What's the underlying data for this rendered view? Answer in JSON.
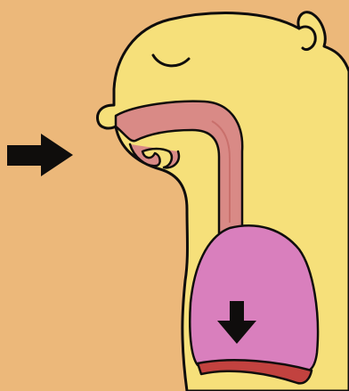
{
  "diagram": {
    "subject": "inhalation",
    "airflow_direction": "in",
    "diaphragm_motion": "down",
    "icons": [
      "arrow-right-icon",
      "arrow-down-icon"
    ],
    "colors": {
      "background": "#ecb87a",
      "skin": "#f6e07a",
      "outline": "#0f0d0c",
      "airway": "#d98a86",
      "airway_shadow": "#c9706c",
      "lung": "#d97fbd",
      "diaphragm": "#c2423f",
      "arrow": "#0f0d0c"
    }
  }
}
